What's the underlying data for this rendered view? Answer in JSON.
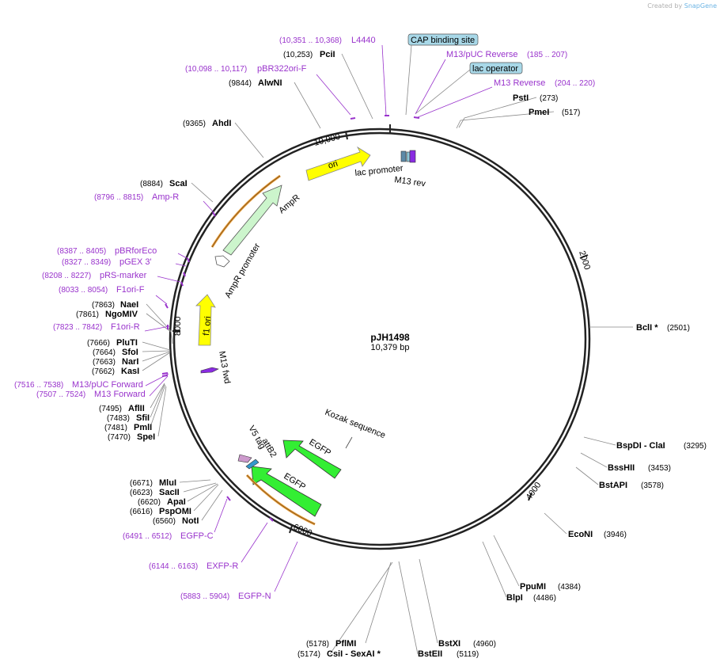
{
  "watermark": {
    "created_by": "Created by",
    "brand": "SnapGene"
  },
  "plasmid": {
    "name": "pJH1498",
    "size": "10,379 bp"
  },
  "ticks": [
    "2000",
    "4000",
    "6000",
    "8000",
    "10,000"
  ],
  "sites": [
    {
      "name": "PciI",
      "pos": "(10,253)"
    },
    {
      "name": "AlwNI",
      "pos": "(9844)"
    },
    {
      "name": "PstI",
      "pos": "(273)"
    },
    {
      "name": "PmeI",
      "pos": "(517)"
    },
    {
      "name": "AhdI",
      "pos": "(9365)"
    },
    {
      "name": "ScaI",
      "pos": "(8884)"
    },
    {
      "name": "NaeI",
      "pos": "(7863)"
    },
    {
      "name": "NgoMIV",
      "pos": "(7861)"
    },
    {
      "name": "PluTI",
      "pos": "(7666)"
    },
    {
      "name": "SfoI",
      "pos": "(7664)"
    },
    {
      "name": "NarI",
      "pos": "(7663)"
    },
    {
      "name": "KasI",
      "pos": "(7662)"
    },
    {
      "name": "AflII",
      "pos": "(7495)"
    },
    {
      "name": "SfiI",
      "pos": "(7483)"
    },
    {
      "name": "PmlI",
      "pos": "(7481)"
    },
    {
      "name": "SpeI",
      "pos": "(7470)"
    },
    {
      "name": "BclI *",
      "pos": "(2501)"
    },
    {
      "name": "BspDI  - ClaI",
      "pos": "(3295)"
    },
    {
      "name": "BssHII",
      "pos": "(3453)"
    },
    {
      "name": "BstAPI",
      "pos": "(3578)"
    },
    {
      "name": "EcoNI",
      "pos": "(3946)"
    },
    {
      "name": "PpuMI",
      "pos": "(4384)"
    },
    {
      "name": "BlpI",
      "pos": "(4486)"
    },
    {
      "name": "BstXI",
      "pos": "(4960)"
    },
    {
      "name": "BstEII",
      "pos": "(5119)"
    },
    {
      "name": "PflMI",
      "pos": "(5178)"
    },
    {
      "name": "CsiI  - SexAI *",
      "pos": "(5174)"
    },
    {
      "name": "MluI",
      "pos": "(6671)"
    },
    {
      "name": "SacII",
      "pos": "(6623)"
    },
    {
      "name": "ApaI",
      "pos": "(6620)"
    },
    {
      "name": "PspOMI",
      "pos": "(6616)"
    },
    {
      "name": "NotI",
      "pos": "(6560)"
    }
  ],
  "primers": [
    {
      "name": "L4440",
      "pos": "(10,351 .. 10,368)"
    },
    {
      "name": "pBR322ori-F",
      "pos": "(10,098 .. 10,117)"
    },
    {
      "name": "M13/pUC Reverse",
      "pos": "(185 .. 207)"
    },
    {
      "name": "M13 Reverse",
      "pos": "(204 .. 220)"
    },
    {
      "name": "Amp-R",
      "pos": "(8796 .. 8815)"
    },
    {
      "name": "pBRforEco",
      "pos": "(8387 .. 8405)"
    },
    {
      "name": "pGEX 3'",
      "pos": "(8327 .. 8349)"
    },
    {
      "name": "pRS-marker",
      "pos": "(8208 .. 8227)"
    },
    {
      "name": "F1ori-F",
      "pos": "(8033 .. 8054)"
    },
    {
      "name": "F1ori-R",
      "pos": "(7823 .. 7842)"
    },
    {
      "name": "M13/pUC Forward",
      "pos": "(7516 .. 7538)"
    },
    {
      "name": "M13 Forward",
      "pos": "(7507 .. 7524)"
    },
    {
      "name": "EGFP-C",
      "pos": "(6491 .. 6512)"
    },
    {
      "name": "EXFP-R",
      "pos": "(6144 .. 6163)"
    },
    {
      "name": "EGFP-N",
      "pos": "(5883 .. 5904)"
    }
  ],
  "boxed_features": [
    "CAP binding site",
    "lac operator"
  ],
  "features": [
    "ori",
    "lac promoter",
    "M13 rev",
    "AmpR",
    "AmpR promoter",
    "f1 ori",
    "M13 fwd",
    "Kozak sequence",
    "EGFP",
    "EGFP",
    "attB2",
    "V5 tag"
  ],
  "colors": {
    "primer": "#9933cc",
    "ori": "#ffff00",
    "ampr": "#ccf5cc",
    "egfp": "#33ee33",
    "boxed": "#a8d8e8",
    "orange": "#e8a040"
  }
}
